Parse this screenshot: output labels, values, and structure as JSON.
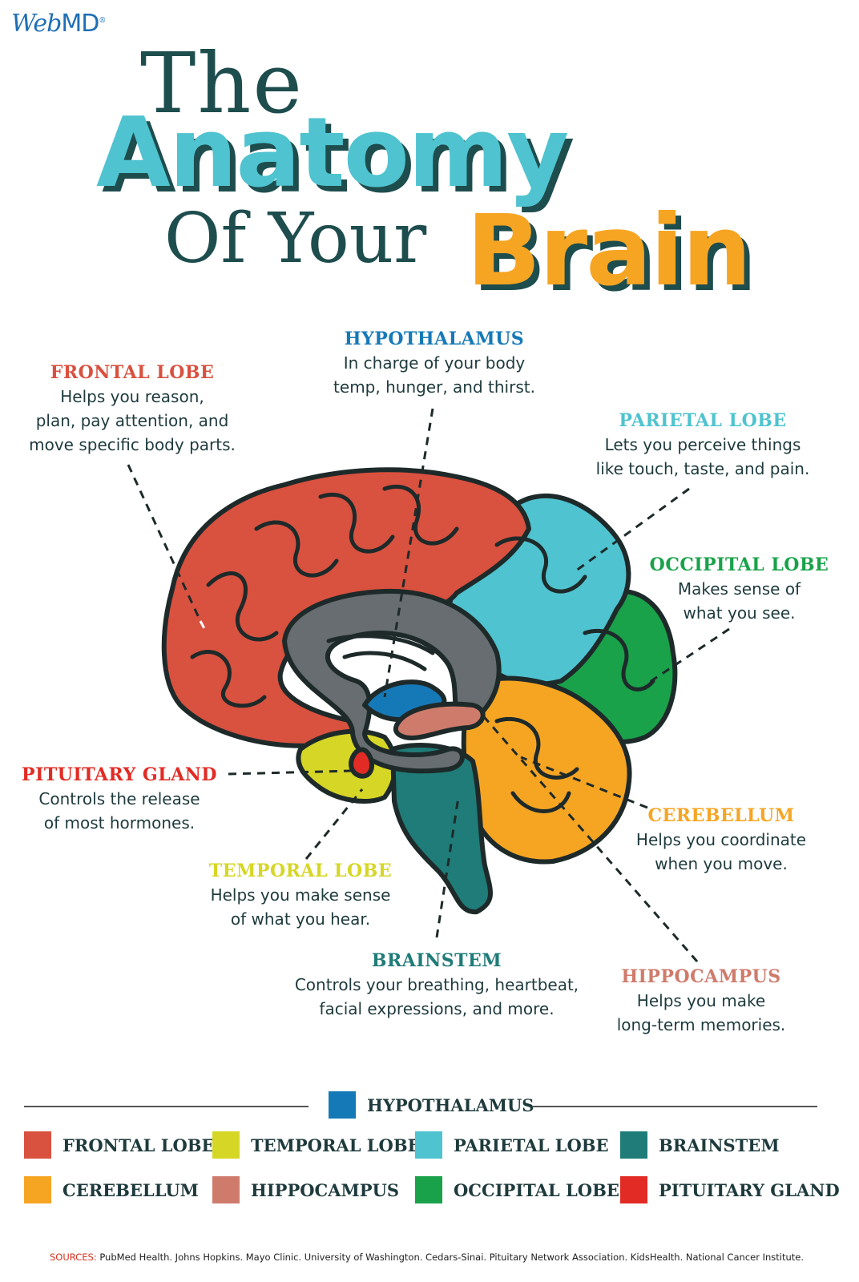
{
  "brand": {
    "logo_part1": "Web",
    "logo_part2": "MD",
    "trademark": "®"
  },
  "title": {
    "line1": "The",
    "line2": "Anatomy",
    "line3": "Of Your",
    "line4": "Brain"
  },
  "labels": {
    "hypothalamus": {
      "name": "HYPOTHALAMUS",
      "desc": "In charge of your body\ntemp, hunger, and thirst.",
      "color": "#1679b7"
    },
    "frontal": {
      "name": "FRONTAL LOBE",
      "desc": "Helps you reason,\nplan, pay attention, and\nmove specific body parts.",
      "color": "#d9513f"
    },
    "parietal": {
      "name": "PARIETAL LOBE",
      "desc": "Lets you perceive things\nlike touch, taste, and pain.",
      "color": "#4fc3cf"
    },
    "occipital": {
      "name": "OCCIPITAL LOBE",
      "desc": "Makes sense of\nwhat you see.",
      "color": "#19a24a"
    },
    "pituitary": {
      "name": "PITUITARY GLAND",
      "desc": "Controls the release\nof most hormones.",
      "color": "#e12b24"
    },
    "cerebellum": {
      "name": "CEREBELLUM",
      "desc": "Helps you coordinate\nwhen you move.",
      "color": "#f6a523"
    },
    "temporal": {
      "name": "TEMPORAL LOBE",
      "desc": "Helps you make sense\nof what you hear.",
      "color": "#d6d626"
    },
    "brainstem": {
      "name": "BRAINSTEM",
      "desc": "Controls your breathing, heartbeat,\nfacial expressions, and more.",
      "color": "#1f7c78"
    },
    "hippocampus": {
      "name": "HIPPOCAMPUS",
      "desc": "Helps you make\nlong-term memories.",
      "color": "#cf7b6c"
    }
  },
  "legend": {
    "top": {
      "label": "HYPOTHALAMUS",
      "color": "#1679b7"
    },
    "items": [
      {
        "label": "FRONTAL LOBE",
        "color": "#d9513f"
      },
      {
        "label": "TEMPORAL LOBE",
        "color": "#d6d626"
      },
      {
        "label": "PARIETAL LOBE",
        "color": "#4fc3cf"
      },
      {
        "label": "BRAINSTEM",
        "color": "#1f7c78"
      },
      {
        "label": "CEREBELLUM",
        "color": "#f6a523"
      },
      {
        "label": "HIPPOCAMPUS",
        "color": "#cf7b6c"
      },
      {
        "label": "OCCIPITAL LOBE",
        "color": "#19a24a"
      },
      {
        "label": "PITUITARY GLAND",
        "color": "#e12b24"
      }
    ]
  },
  "sources": {
    "prefix": "SOURCES:",
    "text": " PubMed Health. Johns Hopkins. Mayo Clinic. University of Washington. Cedars-Sinai. Pituitary Network Association. KidsHealth. National Cancer Institute."
  }
}
